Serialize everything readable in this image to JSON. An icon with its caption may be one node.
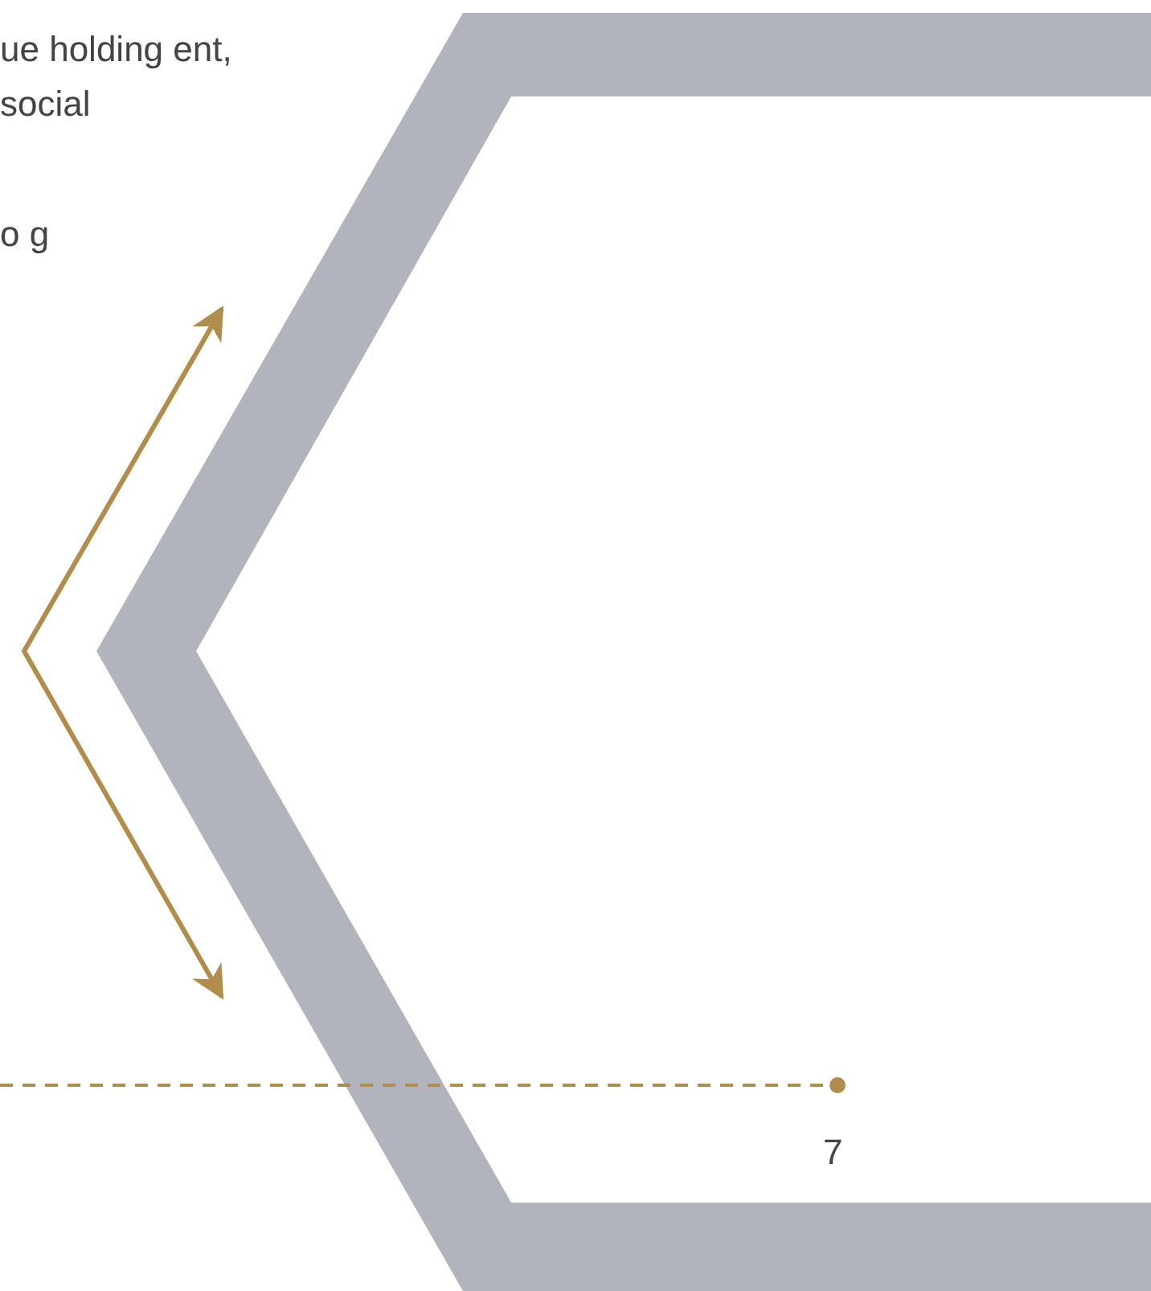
{
  "diagram": {
    "labels": [
      "ue holding ent, social",
      "o g",
      "7"
    ]
  }
}
